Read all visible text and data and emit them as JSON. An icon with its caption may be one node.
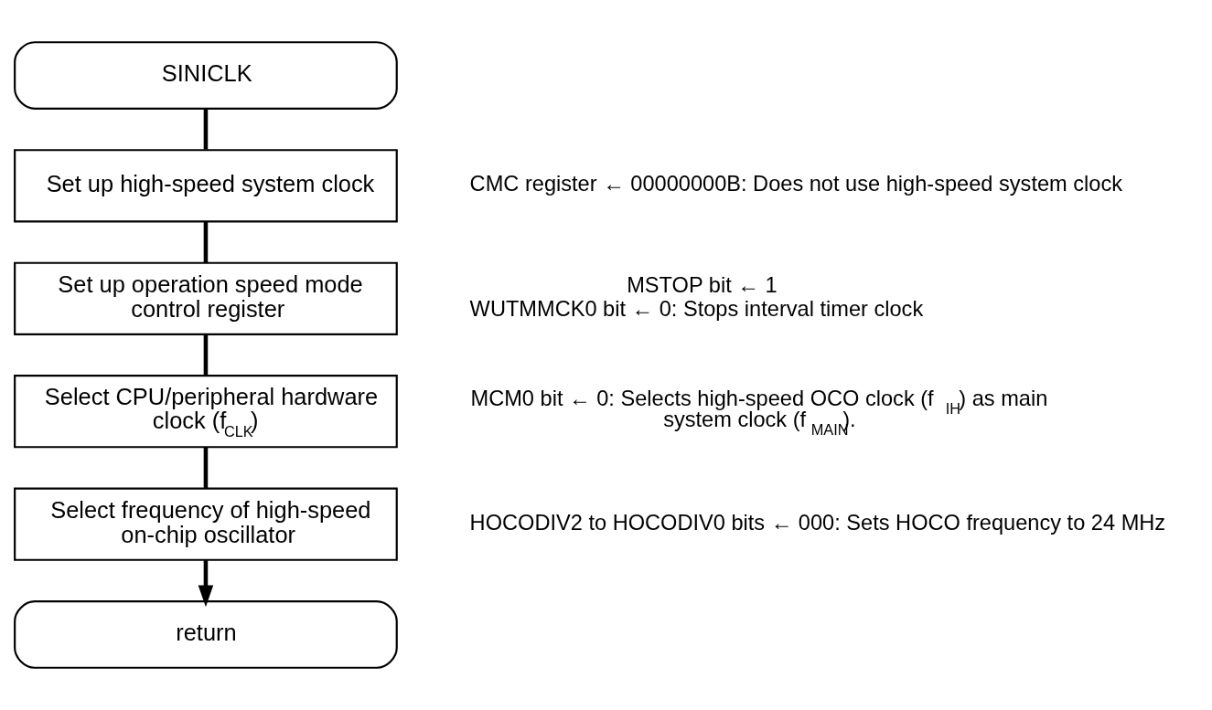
{
  "diagram": {
    "nodes": [
      {
        "text": [
          "SINICLK"
        ]
      },
      {
        "text": [
          "Set up high-speed system clock"
        ],
        "beside": [
          "CMC register ← 00000000B: Does not use high-speed system clock"
        ]
      },
      {
        "text": [
          "Set up operation speed mode control register"
        ],
        "beside": [
          "MSTOP bit ← 1",
          "WUTMMCK0 bit ← 0: Stops interval timer clock"
        ]
      },
      {
        "text": [
          "Select CPU/peripheral hardware clock (f$_{CLK}$)"
        ],
        "beside": [
          "MCM0 bit ← 0: Selects high-speed OCO clock (f$_{IH}$) as main system clock (f$_{MAIN}$)."
        ]
      },
      {
        "text": [
          "Select frequency of high-speed on-chip oscillator"
        ],
        "beside": [
          "HOCODIV2 to HOCODIV0 bits ← 000: Sets HOCO frequency to 24 MHz"
        ]
      },
      {
        "text": [
          "return"
        ]
      }
    ],
    "edges": [
      {
        "from": 0,
        "to": 1,
        "arrow": "none"
      },
      {
        "from": 1,
        "to": 2,
        "arrow": "none"
      },
      {
        "from": 2,
        "to": 3,
        "arrow": "none"
      },
      {
        "from": 3,
        "to": 4,
        "arrow": "none"
      },
      {
        "from": 4,
        "to": 5,
        "arrow": "to"
      }
    ]
  }
}
